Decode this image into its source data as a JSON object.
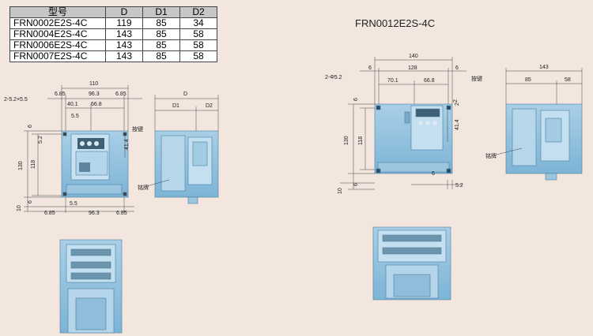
{
  "table": {
    "headers": [
      "型号",
      "D",
      "D1",
      "D2"
    ],
    "rows": [
      [
        "FRN0002E2S-4C",
        "119",
        "85",
        "34"
      ],
      [
        "FRN0004E2S-4C",
        "143",
        "85",
        "58"
      ],
      [
        "FRN0006E2S-4C",
        "143",
        "85",
        "58"
      ],
      [
        "FRN0007E2S-4C",
        "143",
        "85",
        "58"
      ]
    ]
  },
  "model_title": "FRN0012E2S-4C",
  "left": {
    "dims": {
      "w110": "110",
      "w685a": "6.85",
      "w963": "96.3",
      "w685b": "6.85",
      "w401": "40.1",
      "w668": "66.8",
      "w55a": "5.5",
      "h130": "130",
      "h118": "118",
      "h52": "5.2",
      "h6": "6",
      "h414": "41.4",
      "h10": "10",
      "h6b": "6",
      "b685a": "6.85",
      "b55": "5.5",
      "b963": "96.3",
      "b685b": "6.85",
      "hole": "2-5.2×5.5"
    },
    "side": {
      "D": "D",
      "D1": "D1",
      "D2": "D2"
    },
    "label_key": "按键",
    "label_plate": "铭牌"
  },
  "right": {
    "dims": {
      "w140": "140",
      "w6a": "6",
      "w128": "128",
      "w6b": "6",
      "w701": "70.1",
      "w668": "66.8",
      "w2": "2",
      "h130": "130",
      "h118": "118",
      "h6": "6",
      "h414": "41.4",
      "h2": "2",
      "h10": "10",
      "h6b": "6",
      "b6": "6",
      "b52": "5.2",
      "hole": "2-Φ5.2"
    },
    "side": {
      "d143": "143",
      "d85": "85",
      "d58": "58"
    },
    "label_key": "按键",
    "label_plate": "铭牌"
  }
}
